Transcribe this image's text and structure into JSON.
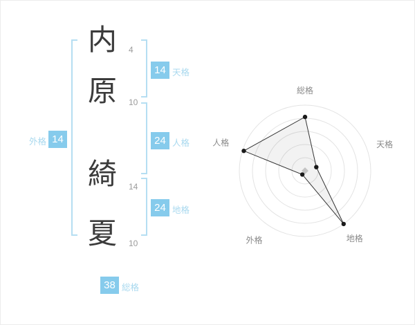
{
  "name": {
    "chars": [
      {
        "char": "内",
        "strokes": "4"
      },
      {
        "char": "原",
        "strokes": "10"
      },
      {
        "char": "綺",
        "strokes": "14"
      },
      {
        "char": "夏",
        "strokes": "10"
      }
    ]
  },
  "kaku": {
    "tenkaku": {
      "label": "天格",
      "value": "14"
    },
    "jinkaku": {
      "label": "人格",
      "value": "24"
    },
    "chikaku": {
      "label": "地格",
      "value": "24"
    },
    "gaikaku": {
      "label": "外格",
      "value": "14"
    },
    "soukaku": {
      "label": "総格",
      "value": "38"
    }
  },
  "colors": {
    "accent_box": "#86cbec",
    "accent_label_text": "#a9d9ef",
    "bracket": "#b5def2",
    "chart_ring": "#e3e3e3",
    "chart_line": "#333333",
    "chart_center_marker": "#cfcfcf"
  },
  "chart_data": {
    "type": "radar",
    "axes": [
      "総格",
      "天格",
      "地格",
      "外格",
      "人格"
    ],
    "values": [
      38,
      14,
      24,
      14,
      24
    ],
    "max_rings": 5,
    "radii_fraction": [
      0.82,
      0.18,
      1.0,
      0.07,
      0.98
    ],
    "label_radius": [
      115,
      121,
      122,
      125,
      128
    ],
    "title": "",
    "legend_position": "none",
    "grid": "concentric-circles"
  }
}
